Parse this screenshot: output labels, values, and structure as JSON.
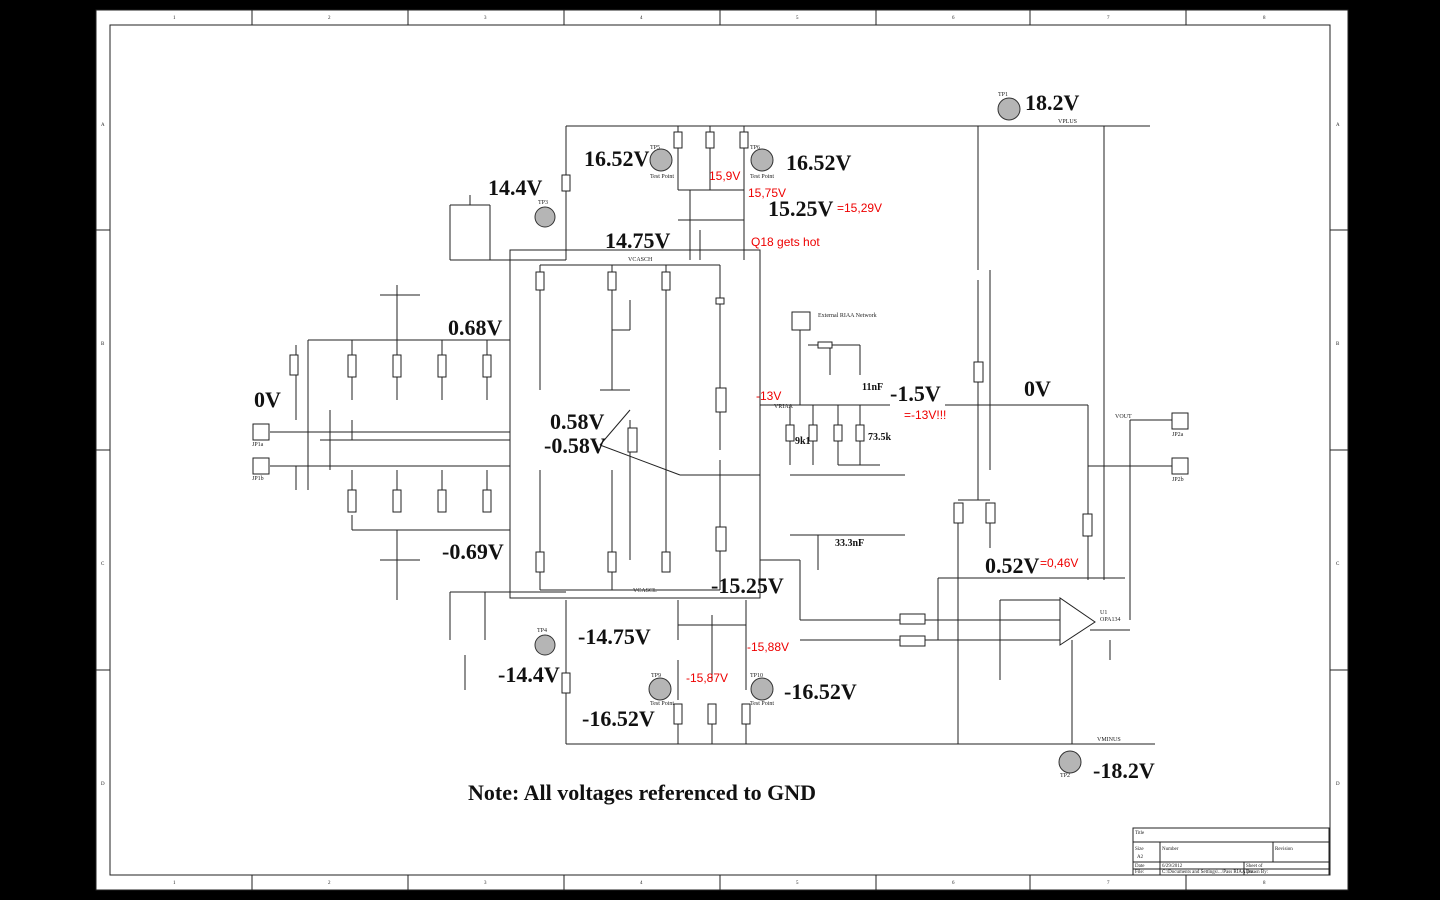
{
  "border": {
    "cols": [
      "1",
      "2",
      "3",
      "4",
      "5",
      "6",
      "7",
      "8"
    ],
    "rows": [
      "A",
      "B",
      "C",
      "D"
    ]
  },
  "voltages": {
    "vplus": "18.2V",
    "vminus": "-18.2V",
    "tp5": "16.52V",
    "tp6": "16.52V",
    "tp3": "14.4V",
    "q18": "15.25V",
    "cascade_top": "14.75V",
    "in_top": "0.68V",
    "in_zero": "0V",
    "mid_pos": "0.58V",
    "mid_neg": "-0.58V",
    "in_bottom": "-0.69V",
    "cascade_bot": "-14.75V",
    "tp4": "-14.4V",
    "tp9": "-16.52V",
    "tp10": "-16.52V",
    "q7": "-15.25V",
    "vr_out": "-1.5V",
    "out_zero": "0V",
    "opamp": "0.52V"
  },
  "annotations": {
    "a1": "15,9V",
    "a2": "15,75V",
    "a3": "=15,29V",
    "a4": "Q18 gets hot",
    "a5": "-13V",
    "a6": "=-13V!!!",
    "a7": "=0,46V",
    "a8": "-15,88V",
    "a9": "-15,87V"
  },
  "components": {
    "c_11n": "11nF",
    "r_735": "73.5k",
    "r_9k1": "9k1",
    "c_333": "33.3nF"
  },
  "labels": {
    "tp1": "TP1",
    "tp2": "TP2",
    "tp3": "TP3",
    "tp4": "TP4",
    "tp5": "TP5",
    "tp6": "TP6",
    "tp9": "TP9",
    "tp10": "TP10",
    "vcasch": "VCASCH",
    "vcascl": "VCASCL",
    "vplus": "VPLUS",
    "vminus": "VMINUS",
    "vout": "VOUT",
    "vriaa": "VRIAA",
    "jp1a": "JP1a",
    "jp1b": "JP1b",
    "jp2a": "JP2a",
    "jp2b": "JP2b",
    "u1": "U1",
    "opa": "OPA134",
    "riaa": "External RIAA Network",
    "test_point": "Test Point"
  },
  "note": "Note: All voltages referenced to GND",
  "title_block": {
    "title": "Title",
    "size": "Size",
    "size_val": "A2",
    "number": "Number",
    "revision": "Revision",
    "date": "Date",
    "date_val": "6/29/2012",
    "file": "File:",
    "file_val": "C:\\Documents and Settings\\...\\Pass RIAA pre...",
    "sheet": "Sheet   of",
    "drawn": "Drawn By:"
  }
}
